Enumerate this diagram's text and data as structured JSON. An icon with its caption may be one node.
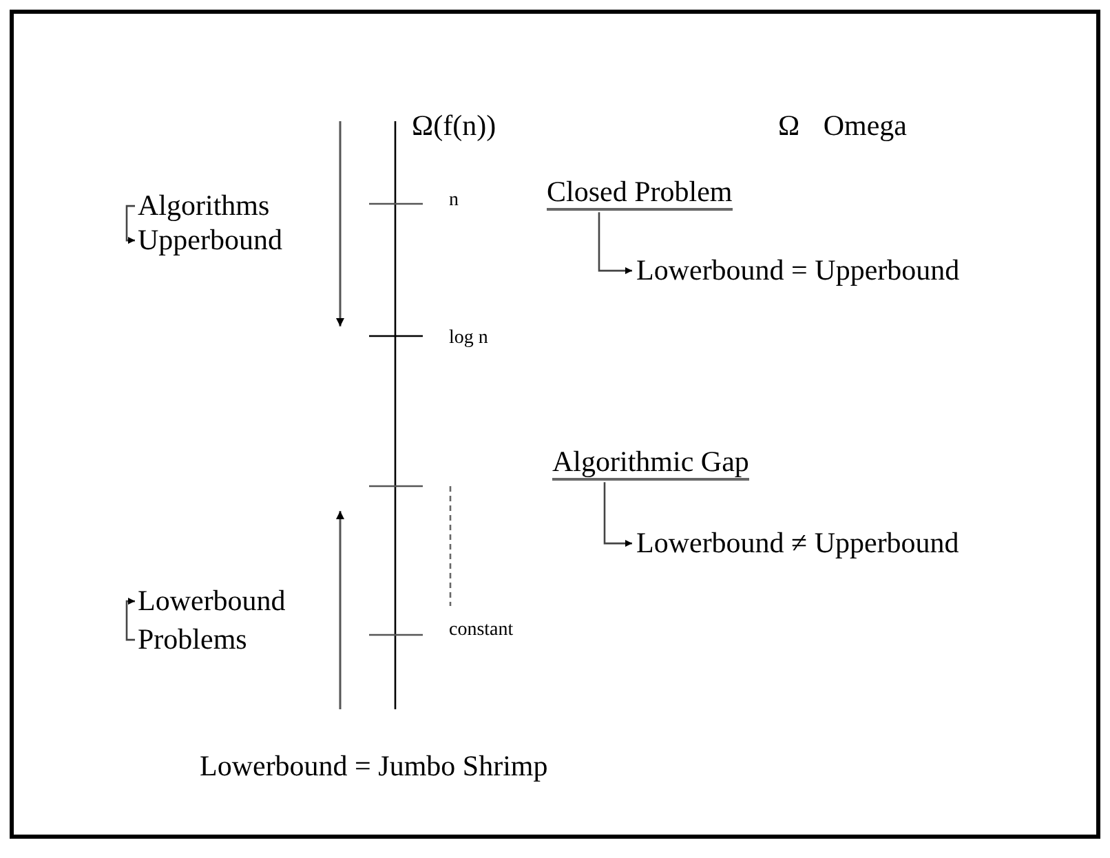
{
  "diagram": {
    "nodes": [
      {
        "text": [
          "Algorithms"
        ]
      },
      {
        "text": [
          "Upperbound"
        ]
      },
      {
        "text": [
          "Lowerbound"
        ]
      },
      {
        "text": [
          "Problems"
        ]
      },
      {
        "text": [
          "Closed Problem"
        ]
      },
      {
        "text": [
          "Lowerbound = Upperbound"
        ]
      },
      {
        "text": [
          "Algorithmic Gap"
        ]
      },
      {
        "text": [
          "Lowerbound ≠ Upperbound"
        ]
      }
    ],
    "edges": [
      {
        "from": 0,
        "to": 1,
        "arrow": "to"
      },
      {
        "from": 3,
        "to": 2,
        "arrow": "to"
      },
      {
        "from": 4,
        "to": 5,
        "arrow": "to"
      },
      {
        "from": 6,
        "to": 7,
        "arrow": "to"
      }
    ],
    "labels": [
      "Ω(f(n))",
      "Ω Omega",
      "n",
      "log n",
      "constant",
      "Lowerbound = Jumbo Shrimp"
    ]
  }
}
